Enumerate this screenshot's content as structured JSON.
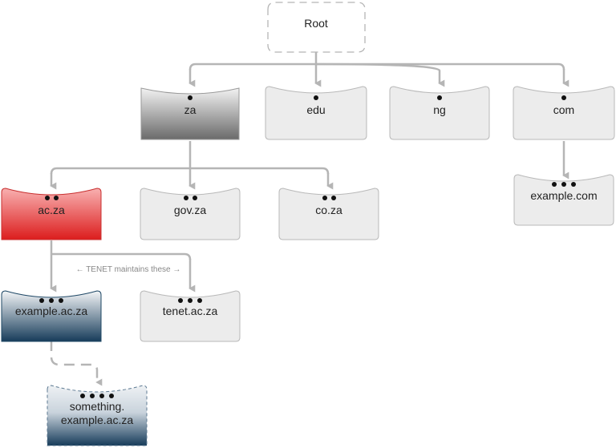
{
  "nodes": {
    "root": {
      "label": "Root"
    },
    "za": {
      "label": "za"
    },
    "edu": {
      "label": "edu"
    },
    "ng": {
      "label": "ng"
    },
    "com": {
      "label": "com"
    },
    "ac_za": {
      "label": "ac.za"
    },
    "gov_za": {
      "label": "gov.za"
    },
    "co_za": {
      "label": "co.za"
    },
    "example_com": {
      "label": "example.com"
    },
    "example_ac_za": {
      "label": "example.ac.za"
    },
    "tenet_ac_za": {
      "label": "tenet.ac.za"
    },
    "something_example_ac_za": {
      "label_line1": "something.",
      "label_line2": "example.ac.za"
    }
  },
  "annotation": {
    "text": "← TENET maintains these →"
  },
  "colors": {
    "connector": "#b5b5b5",
    "node_fill": "#ececec",
    "node_border": "#b9b9b9",
    "za_gradient": [
      "#f2f2f2",
      "#6a6a6a"
    ],
    "ac_za_gradient": [
      "#f7a7a7",
      "#dc1d1d"
    ],
    "example_ac_za_gradient": [
      "#f2f4f6",
      "#173c5a"
    ]
  }
}
